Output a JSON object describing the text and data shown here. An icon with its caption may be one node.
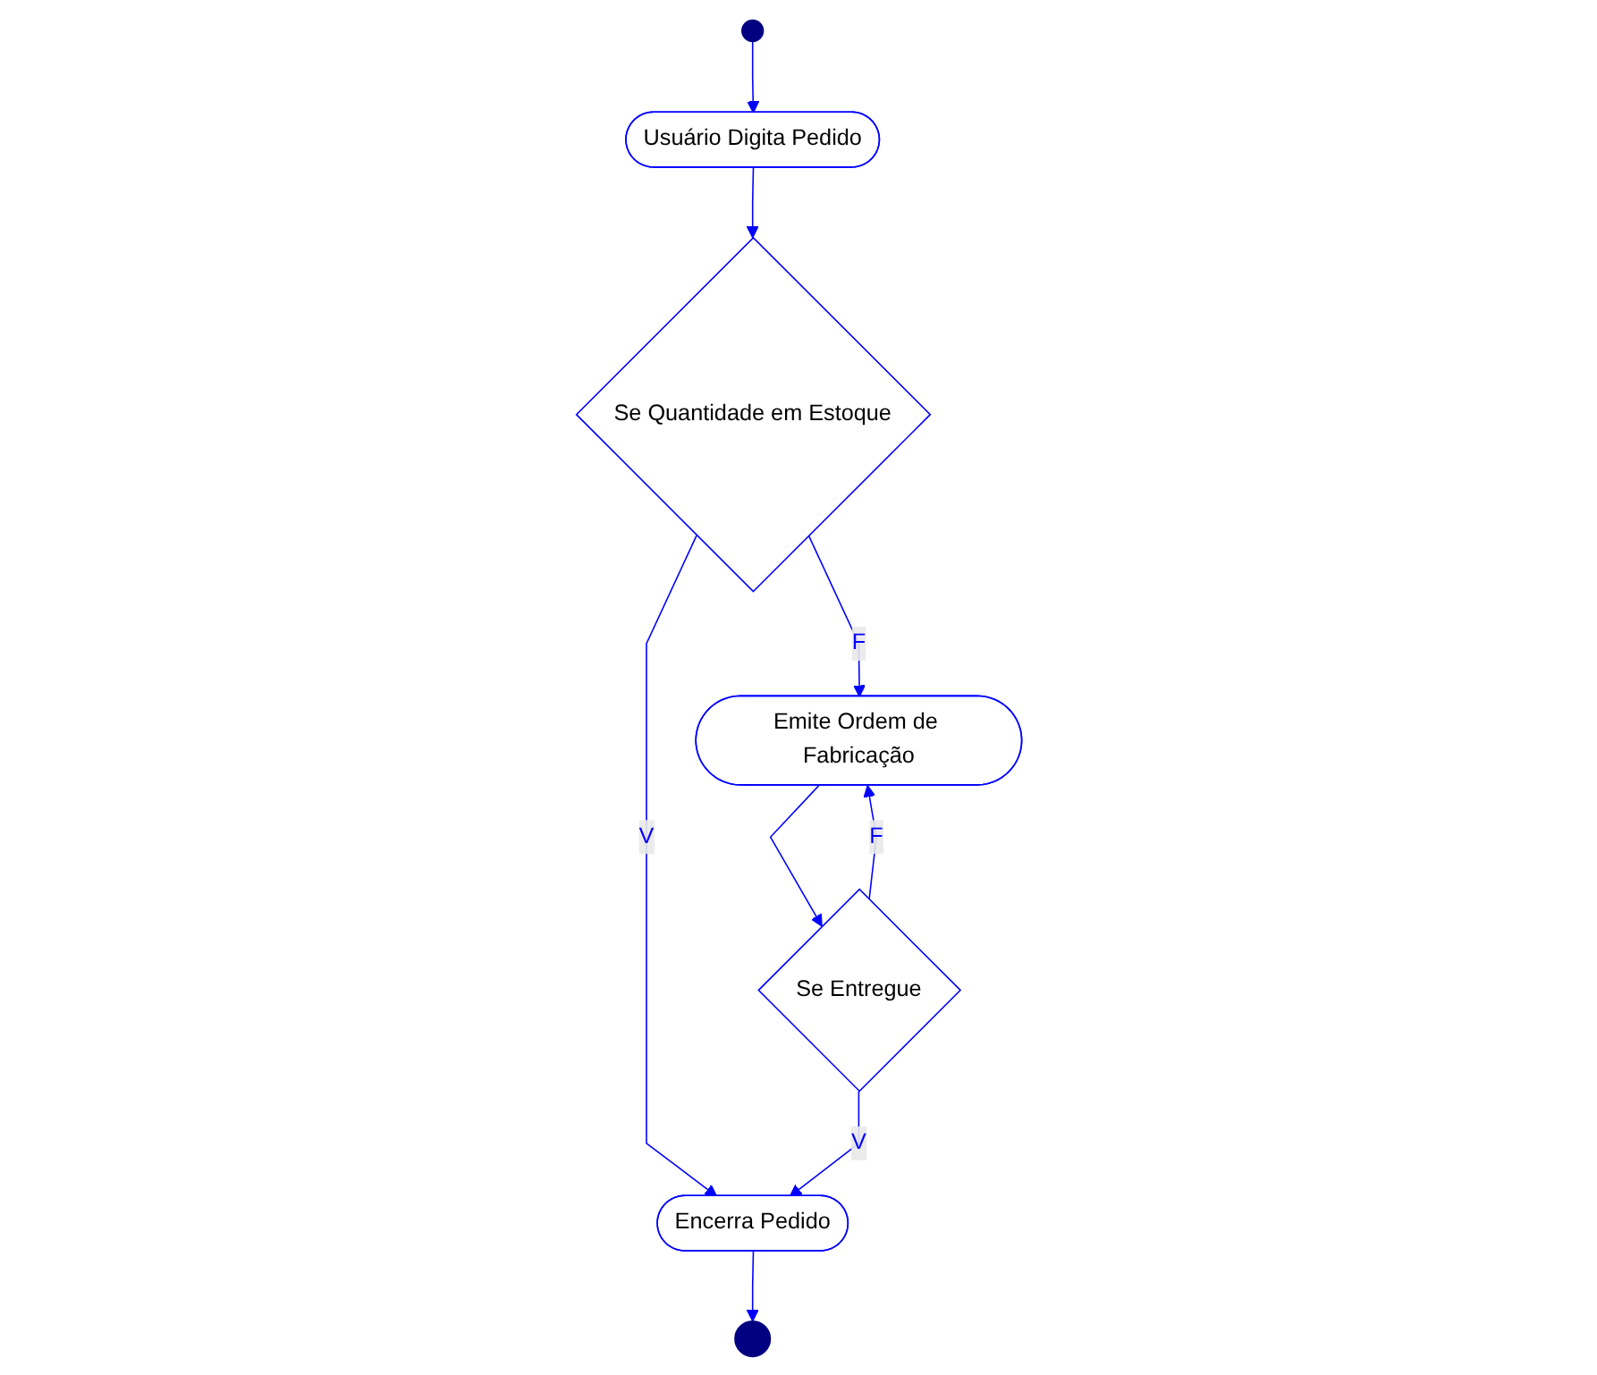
{
  "diagram": {
    "nodes": [
      {
        "text": [],
        "shape": "circle"
      },
      {
        "text": [
          "Usuário Digita Pedido"
        ]
      },
      {
        "text": [
          "Se Quantidade em Estoque"
        ]
      },
      {
        "text": [
          "Emite Ordem de Fabricação"
        ]
      },
      {
        "text": [
          "Encerra Pedido"
        ]
      },
      {
        "text": [
          "Se Entregue"
        ]
      },
      {
        "text": [],
        "shape": "circle"
      }
    ],
    "edges": [
      {
        "from": 0,
        "to": 1,
        "arrow": "to"
      },
      {
        "from": 1,
        "to": 2,
        "arrow": "to"
      },
      {
        "from": 2,
        "to": 3,
        "label": "F",
        "arrow": "to"
      },
      {
        "from": 2,
        "to": 4,
        "label": "V",
        "arrow": "to"
      },
      {
        "from": 3,
        "to": 5,
        "arrow": "to"
      },
      {
        "from": 5,
        "to": 4,
        "label": "V",
        "arrow": "to"
      },
      {
        "from": 5,
        "to": 3,
        "label": "F",
        "arrow": "to"
      },
      {
        "from": 4,
        "to": 6,
        "arrow": "to"
      }
    ]
  }
}
